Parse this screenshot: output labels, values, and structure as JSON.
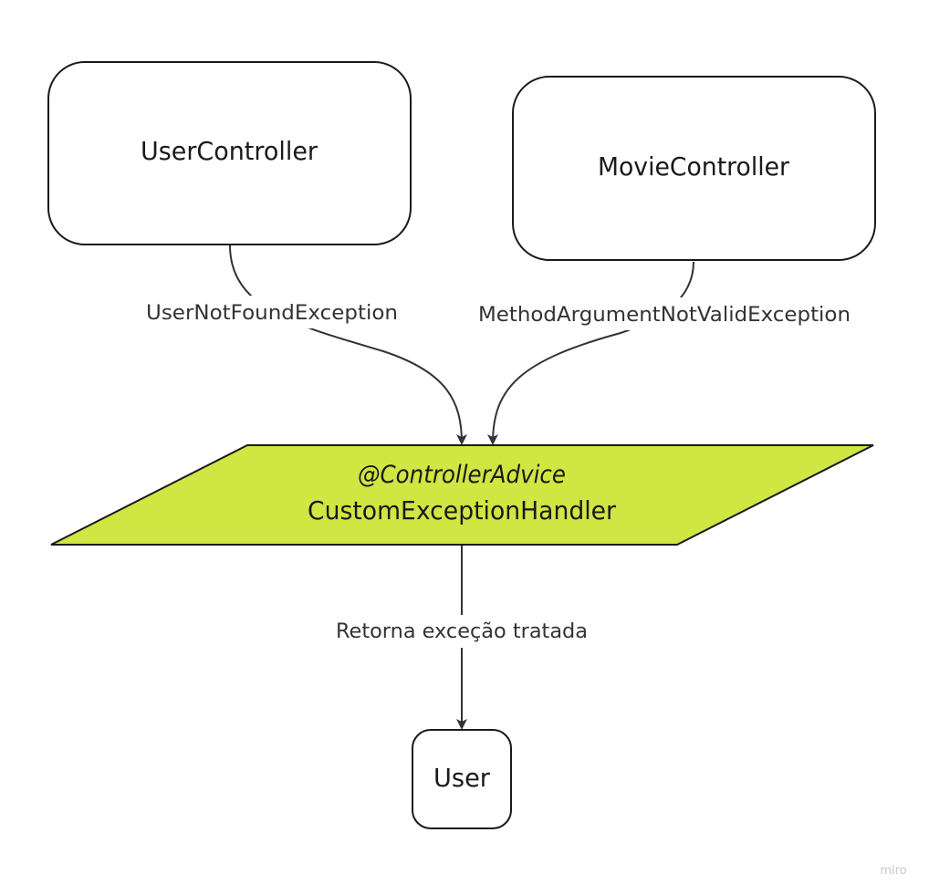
{
  "nodes": {
    "user_controller": {
      "label": "UserController"
    },
    "movie_controller": {
      "label": "MovieController"
    },
    "handler": {
      "annotation": "@ControllerAdvice",
      "label": "CustomExceptionHandler",
      "fill": "#cfe643"
    },
    "user": {
      "label": "User"
    }
  },
  "edges": {
    "user_not_found": {
      "label": "UserNotFoundException"
    },
    "method_argument": {
      "label": "MethodArgumentNotValidException"
    },
    "returns": {
      "label": "Retorna exceção tratada"
    }
  },
  "watermark": "miro"
}
